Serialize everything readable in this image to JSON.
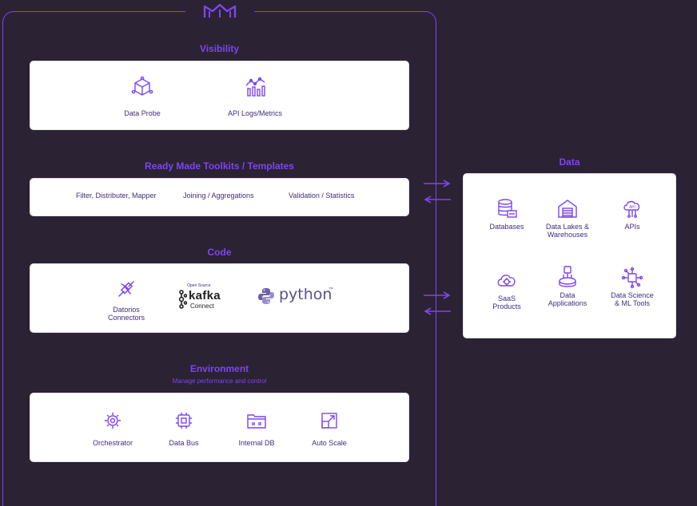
{
  "sections": {
    "visibility": {
      "title": "Visibility",
      "items": [
        {
          "label": "Data Probe"
        },
        {
          "label": "API Logs/Metrics"
        }
      ]
    },
    "toolkits": {
      "title": "Ready Made Toolkits / Templates",
      "items": [
        {
          "label": "Filter, Distributer, Mapper"
        },
        {
          "label": "Joining / Aggregations"
        },
        {
          "label": "Validation / Statistics"
        }
      ]
    },
    "code": {
      "title": "Code",
      "items": [
        {
          "label_line1": "Datorios",
          "label_line2": "Connectors"
        },
        {
          "badge": "Open Source",
          "name": "kafka",
          "sub": "Connect"
        },
        {
          "name": "python",
          "tm": "™"
        }
      ]
    },
    "environment": {
      "title": "Environment",
      "subtitle": "Manage performance and control",
      "items": [
        {
          "label": "Orchestrator"
        },
        {
          "label": "Data Bus"
        },
        {
          "label": "Internal DB"
        },
        {
          "label": "Auto Scale"
        }
      ]
    }
  },
  "data_panel": {
    "title": "Data",
    "items": [
      {
        "line1": "Databases",
        "line2": "",
        "icon": "database-icon"
      },
      {
        "line1": "Data Lakes &",
        "line2": "Warehouses",
        "icon": "warehouse-icon"
      },
      {
        "line1": "APIs",
        "line2": "",
        "icon": "api-cloud-icon"
      },
      {
        "line1": "SaaS",
        "line2": "Products",
        "icon": "saas-cloud-icon"
      },
      {
        "line1": "Data",
        "line2": "Applications",
        "icon": "data-app-icon"
      },
      {
        "line1": "Data Science",
        "line2": "& ML Tools",
        "icon": "ml-chip-icon"
      }
    ],
    "api_icon_text": "API"
  },
  "colors": {
    "accent": "#7d45f2",
    "background": "#2b2233",
    "text": "#3f2d7a",
    "card": "#ffffff"
  }
}
